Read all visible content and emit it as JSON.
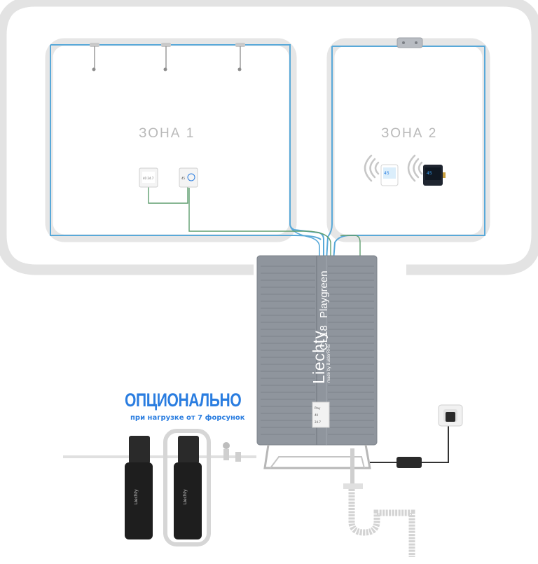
{
  "zones": [
    {
      "label": "ЗОНА 1"
    },
    {
      "label": "ЗОНА 2"
    }
  ],
  "unit": {
    "brand": "Liechty",
    "model": "CL18",
    "series": "Playgreen",
    "maker": "made by BulderRHS"
  },
  "optional": {
    "title": "ОПЦИОНАЛЬНО",
    "subtitle": "при нагрузке от 7 форсунок"
  },
  "colors": {
    "frame": "#e3e3e3",
    "water_line": "#59a9d9",
    "control_wire": "#5f9e6f",
    "unit_body": "#8f959d",
    "accent": "#2a7de0",
    "filter": "#1e1e1e"
  },
  "icons": [
    "nozzle-icon",
    "wall-controller-icon",
    "wifi-icon",
    "thermostat-icon",
    "junction-box-icon",
    "power-socket-icon",
    "power-adapter-icon",
    "water-filter-icon",
    "drain-siphon-icon",
    "valve-icon"
  ]
}
